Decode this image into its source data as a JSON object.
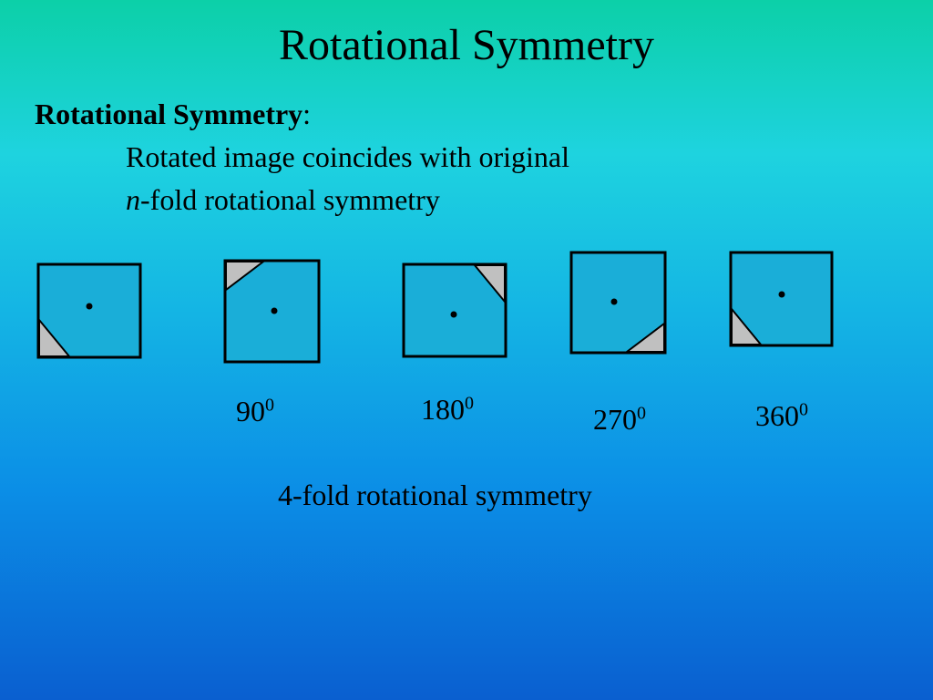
{
  "slide": {
    "title": "Rotational Symmetry",
    "definition_term": "Rotational Symmetry",
    "definition_colon": ":",
    "line1": "Rotated image coincides with original",
    "line2_prefix": "n",
    "line2_rest": "-fold rotational symmetry",
    "footer": "4-fold rotational symmetry"
  },
  "rotations": [
    {
      "base": "",
      "exp": "",
      "orientation": "original"
    },
    {
      "base": "90",
      "exp": "0",
      "orientation": "90"
    },
    {
      "base": "180",
      "exp": "0",
      "orientation": "180"
    },
    {
      "base": "270",
      "exp": "0",
      "orientation": "270"
    },
    {
      "base": "360",
      "exp": "0",
      "orientation": "360"
    }
  ],
  "colors": {
    "square_fill": "#1aaed8",
    "corner_fill": "#c0c0c0",
    "stroke": "#000000"
  }
}
